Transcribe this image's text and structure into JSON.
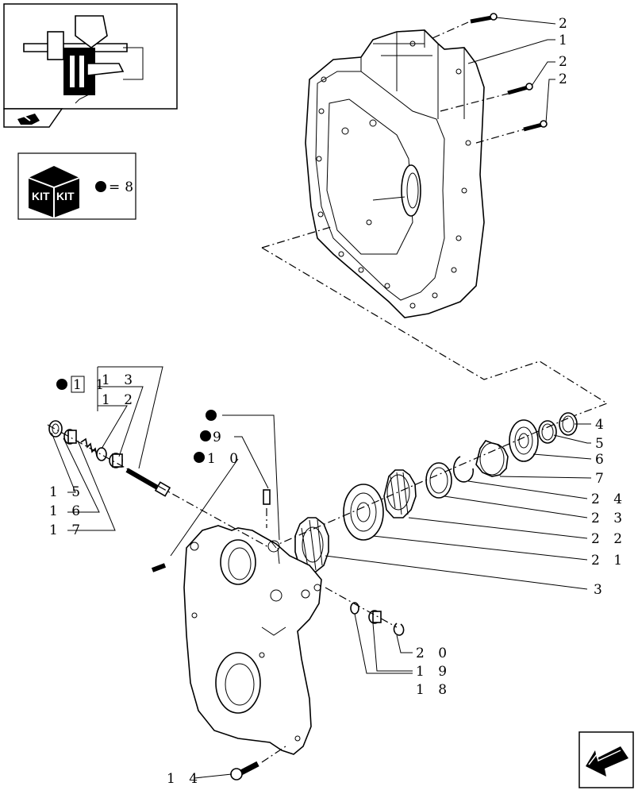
{
  "kit_legend": {
    "label": "KIT",
    "equals_text": "=8"
  },
  "labels": {
    "p1": "1",
    "p2a": "2",
    "p2b": "2",
    "p2c": "2",
    "p3": "3",
    "p4": "4",
    "p5": "5",
    "p6": "6",
    "p7": "7",
    "p9": "9",
    "p10": "1 0",
    "p11": "1 1",
    "p12": "1 2",
    "p13": "1 3",
    "p14": "1 4",
    "p15": "1 5",
    "p16": "1 6",
    "p17": "1 7",
    "p18": "1 8",
    "p19": "1 9",
    "p20": "2 0",
    "p21": "2 1",
    "p22": "2 2",
    "p23": "2 3",
    "p24": "2 4"
  },
  "icons": {
    "thumbnail": "assembly-thumbnail-icon",
    "nav": "previous-page-arrow-icon",
    "kit": "kit-box-icon"
  }
}
